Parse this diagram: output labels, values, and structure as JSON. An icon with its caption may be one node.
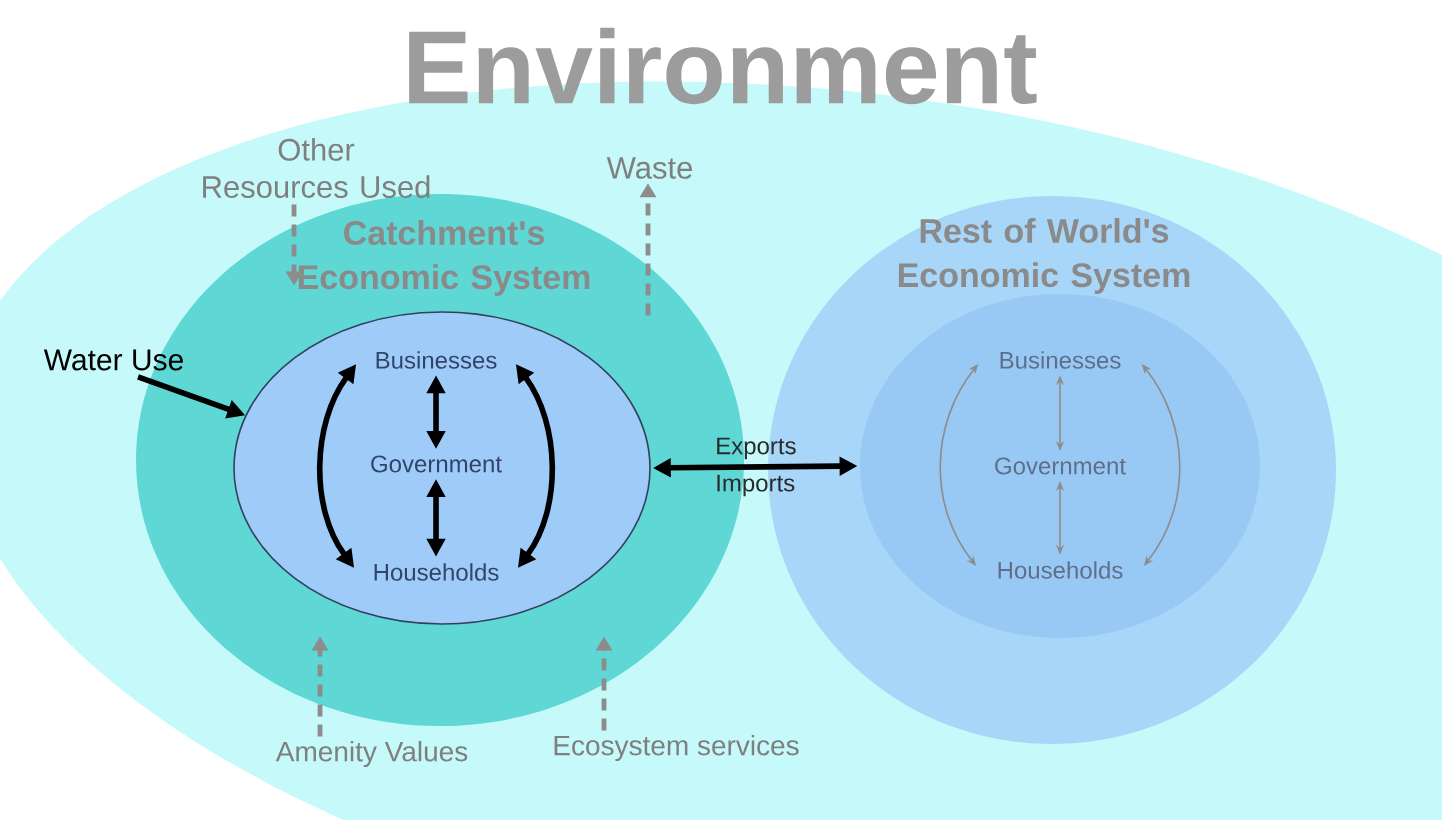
{
  "diagram": {
    "nodes": [
      {
        "text": [
          "Environment"
        ]
      },
      {
        "text": [
          "Catchment's Economic System"
        ],
        "in": 0
      },
      {
        "text": [],
        "shape": "ellipse",
        "in": 1
      },
      {
        "text": [
          "Businesses"
        ],
        "in": 2
      },
      {
        "text": [
          "Government"
        ],
        "in": 2
      },
      {
        "text": [
          "Households"
        ],
        "in": 2
      },
      {
        "text": [
          "Rest of World's Economic System"
        ],
        "in": 0
      },
      {
        "text": [],
        "shape": "ellipse",
        "in": 6
      },
      {
        "text": [
          "Businesses"
        ],
        "in": 7
      },
      {
        "text": [
          "Government"
        ],
        "in": 7
      },
      {
        "text": [
          "Households"
        ],
        "in": 7
      },
      {
        "text": [
          "Water Use"
        ],
        "in": 0
      },
      {
        "text": [
          "Other Resources Used"
        ],
        "in": 0
      },
      {
        "text": [
          "Waste"
        ],
        "in": 0
      },
      {
        "text": [
          "Amenity Values"
        ],
        "in": 0
      },
      {
        "text": [
          "Ecosystem services"
        ],
        "in": 0
      }
    ],
    "edges": [
      {
        "from": 3,
        "to": 4,
        "arrow": "both",
        "color": "#000000"
      },
      {
        "from": 4,
        "to": 5,
        "arrow": "both",
        "color": "#000000"
      },
      {
        "from": 3,
        "to": 5,
        "arrow": "both",
        "color": "#000000"
      },
      {
        "from": 3,
        "to": 5,
        "arrow": "both",
        "color": "#000000"
      },
      {
        "from": 8,
        "to": 9,
        "arrow": "both",
        "color": "#8c8c8c"
      },
      {
        "from": 9,
        "to": 10,
        "arrow": "both",
        "color": "#8c8c8c"
      },
      {
        "from": 8,
        "to": 10,
        "arrow": "both",
        "color": "#8c8c8c"
      },
      {
        "from": 8,
        "to": 10,
        "arrow": "both",
        "color": "#8c8c8c"
      },
      {
        "from": 11,
        "to": 2,
        "arrow": "to",
        "color": "#000000"
      },
      {
        "from": 2,
        "to": 7,
        "arrow": "both",
        "color": "#000000",
        "label": "Exports Imports"
      },
      {
        "from": 12,
        "to": 1,
        "arrow": "to",
        "style": "dashed",
        "color": "#8c8c8c"
      },
      {
        "from": 1,
        "to": 13,
        "arrow": "to",
        "style": "dashed",
        "color": "#8c8c8c"
      },
      {
        "from": 14,
        "to": 1,
        "arrow": "to",
        "style": "dashed",
        "color": "#8c8c8c"
      },
      {
        "from": 15,
        "to": 1,
        "arrow": "to",
        "style": "dashed",
        "color": "#8c8c8c"
      }
    ]
  }
}
